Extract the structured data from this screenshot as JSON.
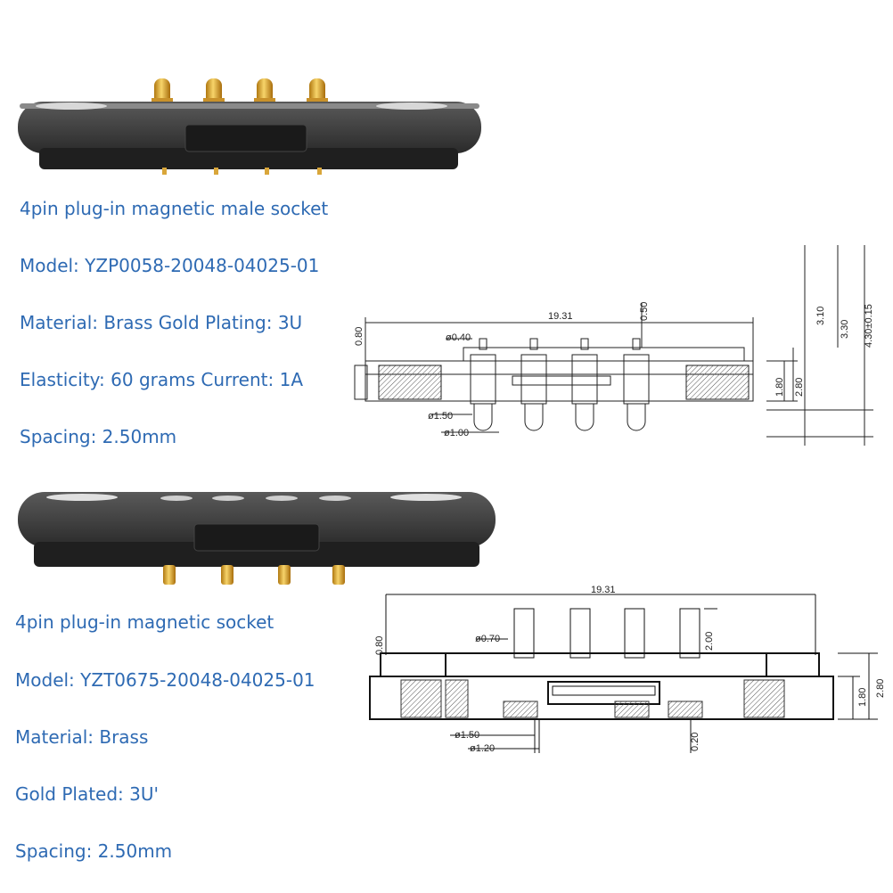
{
  "male": {
    "title": "4pin plug-in magnetic male socket",
    "model": "Model: YZP0058-20048-04025-01",
    "material": "Material: Brass Gold Plating: 3U",
    "elasticity": "Elasticity: 60 grams Current: 1A",
    "spacing": "Spacing: 2.50mm",
    "drawing": {
      "width": "19.31",
      "pin_tip_dia": "ø0.40",
      "top_step": "0.50",
      "left_step": "0.80",
      "h1": "3.10",
      "h2": "3.30",
      "h3": "4.30±0.15",
      "body_h": "1.80",
      "total_h": "2.80",
      "hole_dia": "ø1.50",
      "pin_dia": "ø1.00"
    }
  },
  "female": {
    "title": "4pin plug-in magnetic socket",
    "model": "Model: YZT0675-20048-04025-01",
    "material": "Material: Brass",
    "plating": "Gold Plated: 3U'",
    "spacing": "Spacing: 2.50mm",
    "drawing": {
      "width": "19.31",
      "pin_tip_dia": "ø0.70",
      "left_step": "0.80",
      "pin_h": "2.00",
      "body_h": "1.80",
      "total_h": "2.80",
      "hole_dia": "ø1.50",
      "pin_dia": "ø1.20",
      "gap": "0.20"
    }
  },
  "colors": {
    "spec_text": "#2e6ab3",
    "housing": "#2b2b2b",
    "gold": "#d9a63a"
  }
}
